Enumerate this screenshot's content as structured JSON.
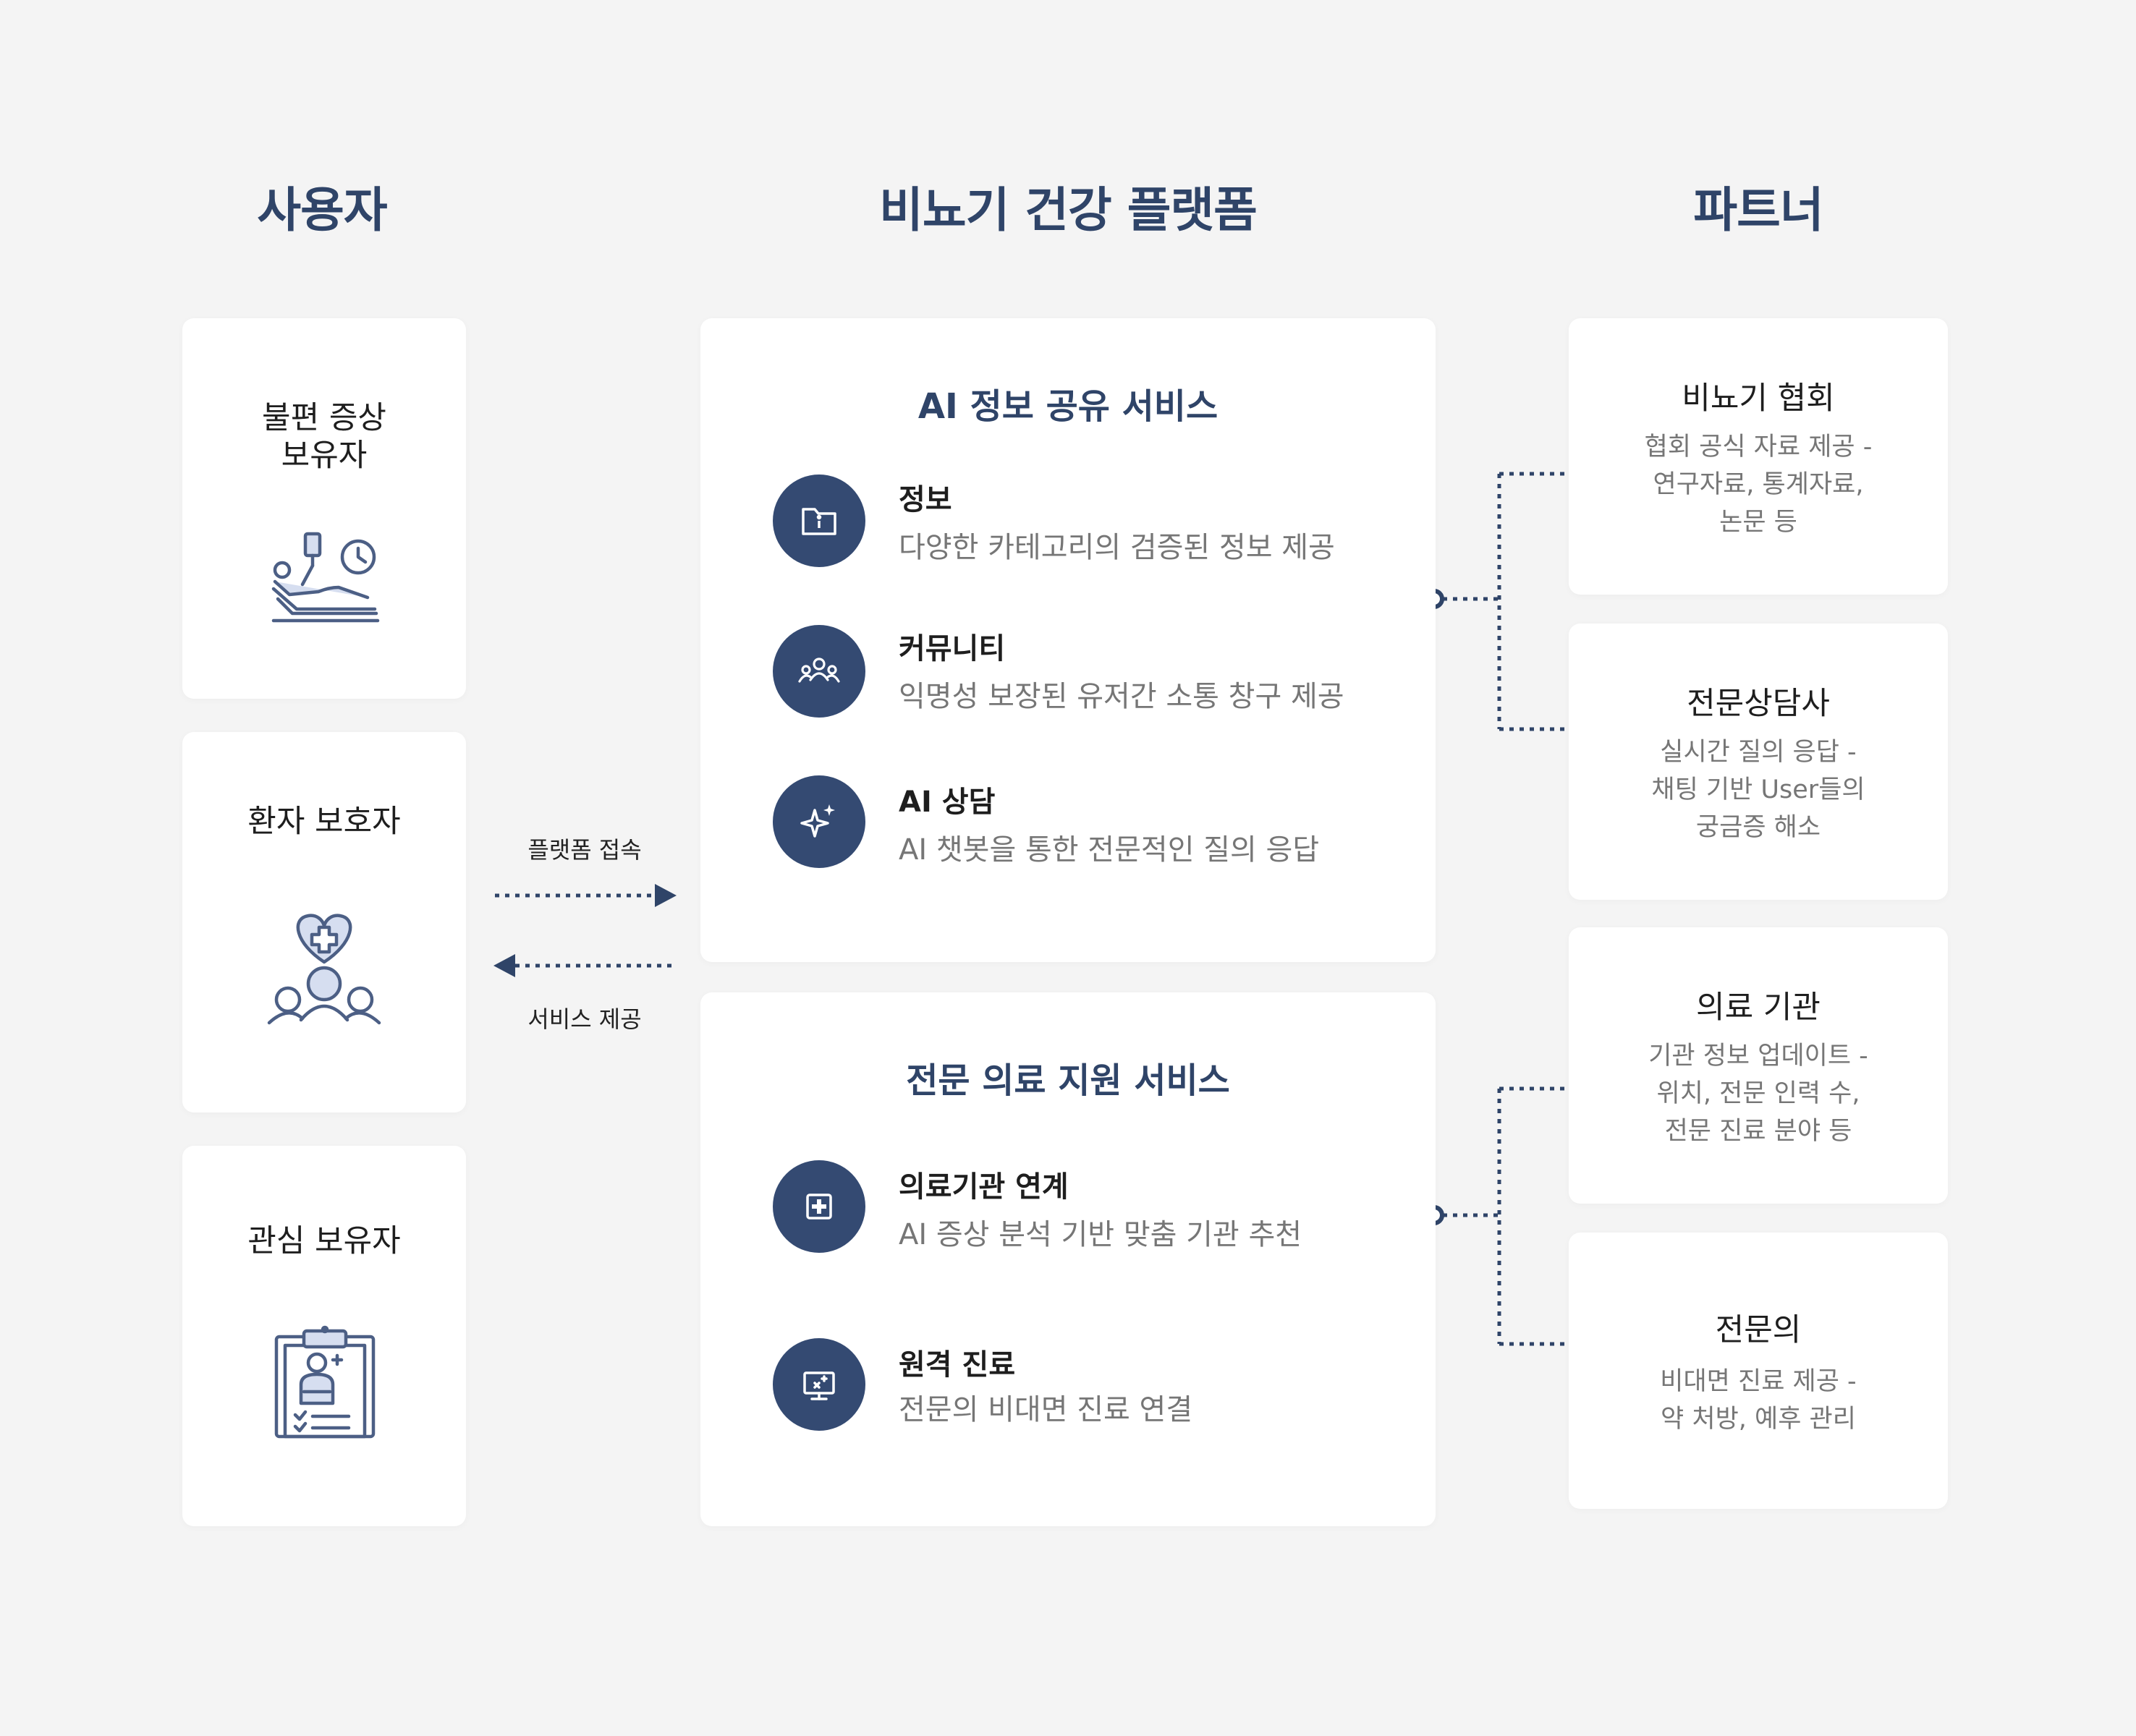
{
  "columns": {
    "users": "사용자",
    "platform": "비뇨기 건강 플랫폼",
    "partners": "파트너"
  },
  "users": [
    {
      "label_line1": "불편 증상",
      "label_line2": "보유자",
      "icon": "patient-bed-iv-clock-icon"
    },
    {
      "label": "환자 보호자",
      "icon": "heart-cross-family-icon"
    },
    {
      "label": "관심 보유자",
      "icon": "clipboard-person-icon"
    }
  ],
  "flows": {
    "to_platform": "플랫폼 접속",
    "to_user": "서비스 제공"
  },
  "services": [
    {
      "title": "AI 정보 공유 서비스",
      "items": [
        {
          "title": "정보",
          "desc": "다양한 카테고리의 검증된 정보 제공",
          "icon": "info-folder-icon"
        },
        {
          "title": "커뮤니티",
          "desc": "익명성 보장된 유저간 소통 창구 제공",
          "icon": "people-group-icon"
        },
        {
          "title": "AI 상담",
          "desc": "AI 챗봇을 통한 전문적인 질의 응답",
          "icon": "ai-sparkle-icon"
        }
      ]
    },
    {
      "title": "전문 의료 지원 서비스",
      "items": [
        {
          "title": "의료기관 연계",
          "desc": "AI 증상 분석 기반 맞춤 기관 추천",
          "icon": "medical-plus-icon"
        },
        {
          "title": "원격 진료",
          "desc": "전문의 비대면 진료 연결",
          "icon": "telemedicine-monitor-icon"
        }
      ]
    }
  ],
  "partners": [
    {
      "title": "비뇨기 협회",
      "desc": [
        "협회 공식 자료 제공 -",
        "연구자료, 통계자료,",
        "논문 등"
      ]
    },
    {
      "title": "전문상담사",
      "desc": [
        "실시간 질의 응답 -",
        "채팅 기반 User들의",
        "궁금증 해소"
      ]
    },
    {
      "title": "의료 기관",
      "desc": [
        "기관 정보 업데이트 -",
        "위치, 전문 인력 수,",
        "전문 진료 분야 등"
      ]
    },
    {
      "title": "전문의",
      "desc": [
        "비대면 진료 제공 -",
        "약 처방, 예후 관리"
      ]
    }
  ],
  "colors": {
    "accent": "#2f4468",
    "circle": "#344a72",
    "background": "#f4f4f4",
    "card": "#ffffff",
    "muted_text": "#767676"
  }
}
